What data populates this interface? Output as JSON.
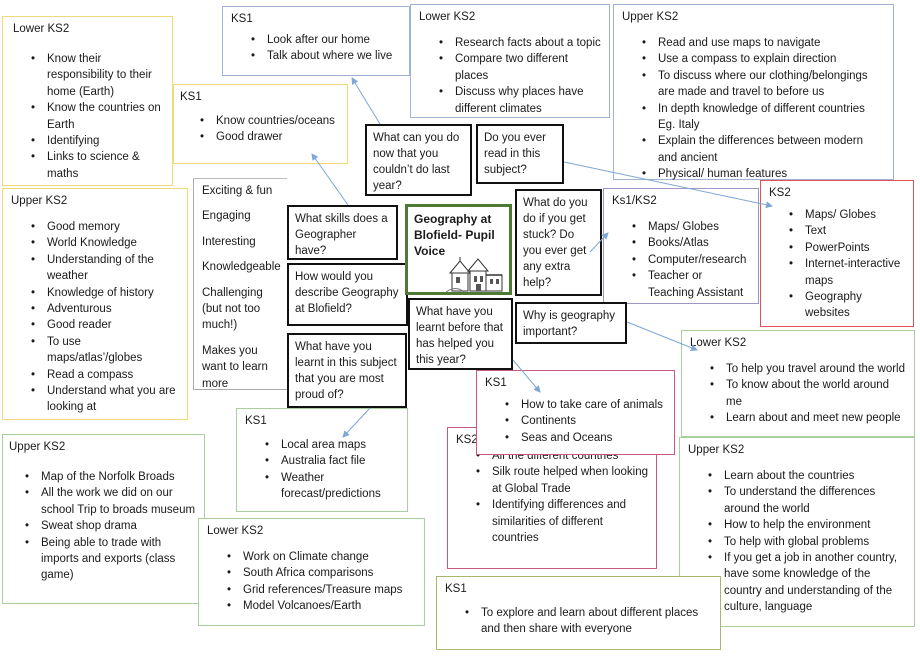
{
  "center": {
    "title": "Geography at Blofield- Pupil Voice"
  },
  "questions": {
    "can_do_now": "What can you do now that you couldn’t do last year?",
    "read_subject": "Do you ever read in this subject?",
    "skills": "What skills does a Geographer have?",
    "stuck": "What do you do if you get stuck? Do you ever get any extra help?",
    "describe": "How would you describe Geography at Blofield?",
    "learnt_before": "What have you learnt before that has helped you this year?",
    "important": "Why is geography important?",
    "proud": "What have you learnt in this subject that you are most proud of?"
  },
  "describe_words": [
    "Exciting & fun",
    "Engaging",
    "Interesting",
    "Knowledgeable",
    "Challenging (but not too much!)",
    "Makes you want to learn more"
  ],
  "boxes": {
    "lks2_top_left": {
      "title": "Lower KS2",
      "items": [
        "Know their responsibility to their home (Earth)",
        "Know the countries on Earth",
        "Identifying",
        "Links to science & maths"
      ]
    },
    "ks1_top": {
      "title": "KS1",
      "items": [
        "Look after our home",
        "Talk about where we live"
      ]
    },
    "lks2_top": {
      "title": "Lower KS2",
      "items": [
        "Research facts about a topic",
        "Compare two different places",
        "Discuss why places have different climates"
      ]
    },
    "uks2_top_right": {
      "title": "Upper KS2",
      "items": [
        "Read and use maps to navigate",
        "Use a compass to explain direction",
        "To discuss where our clothing/belongings are made and travel to before us",
        "In depth knowledge of different countries Eg. Italy",
        "Explain the differences between modern and ancient",
        "Physical/ human features"
      ]
    },
    "ks1_skills": {
      "title": "KS1",
      "items": [
        "Know countries/oceans",
        "Good drawer"
      ]
    },
    "uks2_left": {
      "title": "Upper KS2",
      "items": [
        "Good memory",
        "World Knowledge",
        "Understanding of the weather",
        "Knowledge of  history",
        "Adventurous",
        "Good reader",
        "To use maps/atlas’/globes",
        "Read a compass",
        "Understand what you are looking at"
      ]
    },
    "ks1ks2_help": {
      "title": "Ks1/KS2",
      "items": [
        "Maps/ Globes",
        "Books/Atlas",
        "Computer/research",
        "Teacher or Teaching Assistant"
      ]
    },
    "ks2_read": {
      "title": "KS2",
      "items": [
        "Maps/ Globes",
        "Text",
        "PowerPoints",
        "Internet-interactive maps",
        "Geography websites"
      ]
    },
    "lks2_important": {
      "title": "Lower KS2",
      "items": [
        "To help you travel around the world",
        "To know about the world around me",
        "Learn about and meet new people"
      ]
    },
    "ks1_learnt": {
      "title": "KS1",
      "items": [
        "How to take care of animals",
        "Continents",
        "Seas and Oceans"
      ]
    },
    "ks1_proud": {
      "title": "KS1",
      "items": [
        "Local area maps",
        "Australia fact file",
        "Weather forecast/predictions"
      ]
    },
    "ks2_learnt": {
      "title": "KS2",
      "items": [
        "All the different countries",
        "Silk route helped when looking at Global Trade",
        "Identifying differences and similarities of different countries"
      ]
    },
    "uks2_important": {
      "title": "Upper KS2",
      "items": [
        "Learn about the countries",
        "To understand the differences around the world",
        "How to help the environment",
        "To help with global problems",
        "If you get a job in another country, have some knowledge of the country and understanding of the culture, language"
      ]
    },
    "uks2_proud": {
      "title": "Upper KS2",
      "items": [
        "Map of the Norfolk Broads",
        "All the work we did on our school Trip to broads museum",
        "Sweat shop drama",
        "Being able to trade with imports and exports (class game)"
      ]
    },
    "lks2_proud": {
      "title": "Lower KS2",
      "items": [
        "Work on Climate change",
        "South Africa comparisons",
        "Grid references/Treasure maps",
        "Model Volcanoes/Earth"
      ]
    },
    "ks1_important": {
      "title": "KS1",
      "items": [
        "To explore and learn about different places and then share with everyone"
      ]
    }
  },
  "colors": {
    "arrow": "#7ea6d6",
    "center_border": "#4f7a35"
  }
}
